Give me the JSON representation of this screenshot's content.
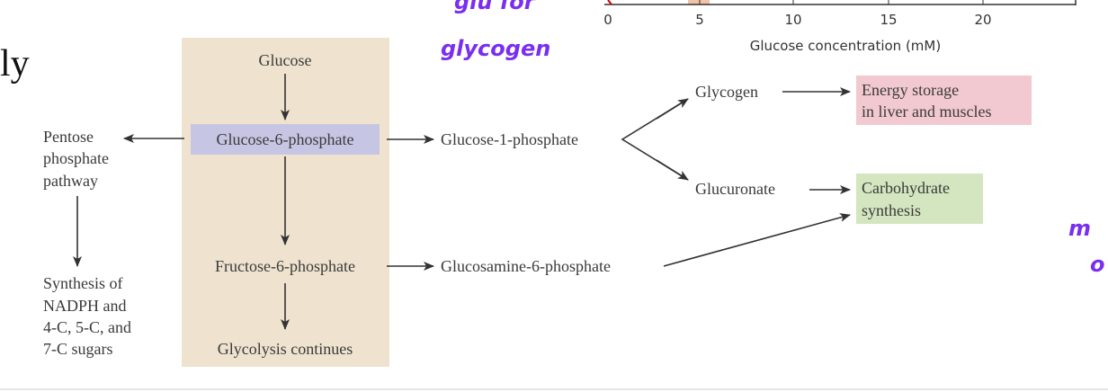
{
  "slide_fragment": "ly",
  "handwriting": {
    "line1": "glu for",
    "line2": "glycogen",
    "right1": "m",
    "right2": "o"
  },
  "chart_axis": {
    "ticks": [
      "0",
      "5",
      "10",
      "15",
      "20"
    ],
    "xlabel": "Glucose concentration (mM)"
  },
  "pathway": {
    "glucose": "Glucose",
    "g6p": "Glucose-6-phosphate",
    "f6p": "Fructose-6-phosphate",
    "glycolysis": "Glycolysis continues",
    "pentose": [
      "Pentose",
      "phosphate",
      "pathway"
    ],
    "synthesis": [
      "Synthesis of",
      "NADPH and",
      "4-C, 5-C, and",
      "7-C sugars"
    ],
    "g1p": "Glucose-1-phosphate",
    "glucosamine": "Glucosamine-6-phosphate",
    "glycogen": "Glycogen",
    "glucuronate": "Glucuronate",
    "energy": [
      "Energy storage",
      "in liver and muscles"
    ],
    "carb": [
      "Carbohydrate",
      "synthesis"
    ]
  },
  "colors": {
    "panel": "#efe3d0",
    "g6p_box": "#c6c6e4",
    "energy_box": "#f2c9d0",
    "carb_box": "#d4e6c0",
    "handwriting": "#7a2ff0"
  }
}
